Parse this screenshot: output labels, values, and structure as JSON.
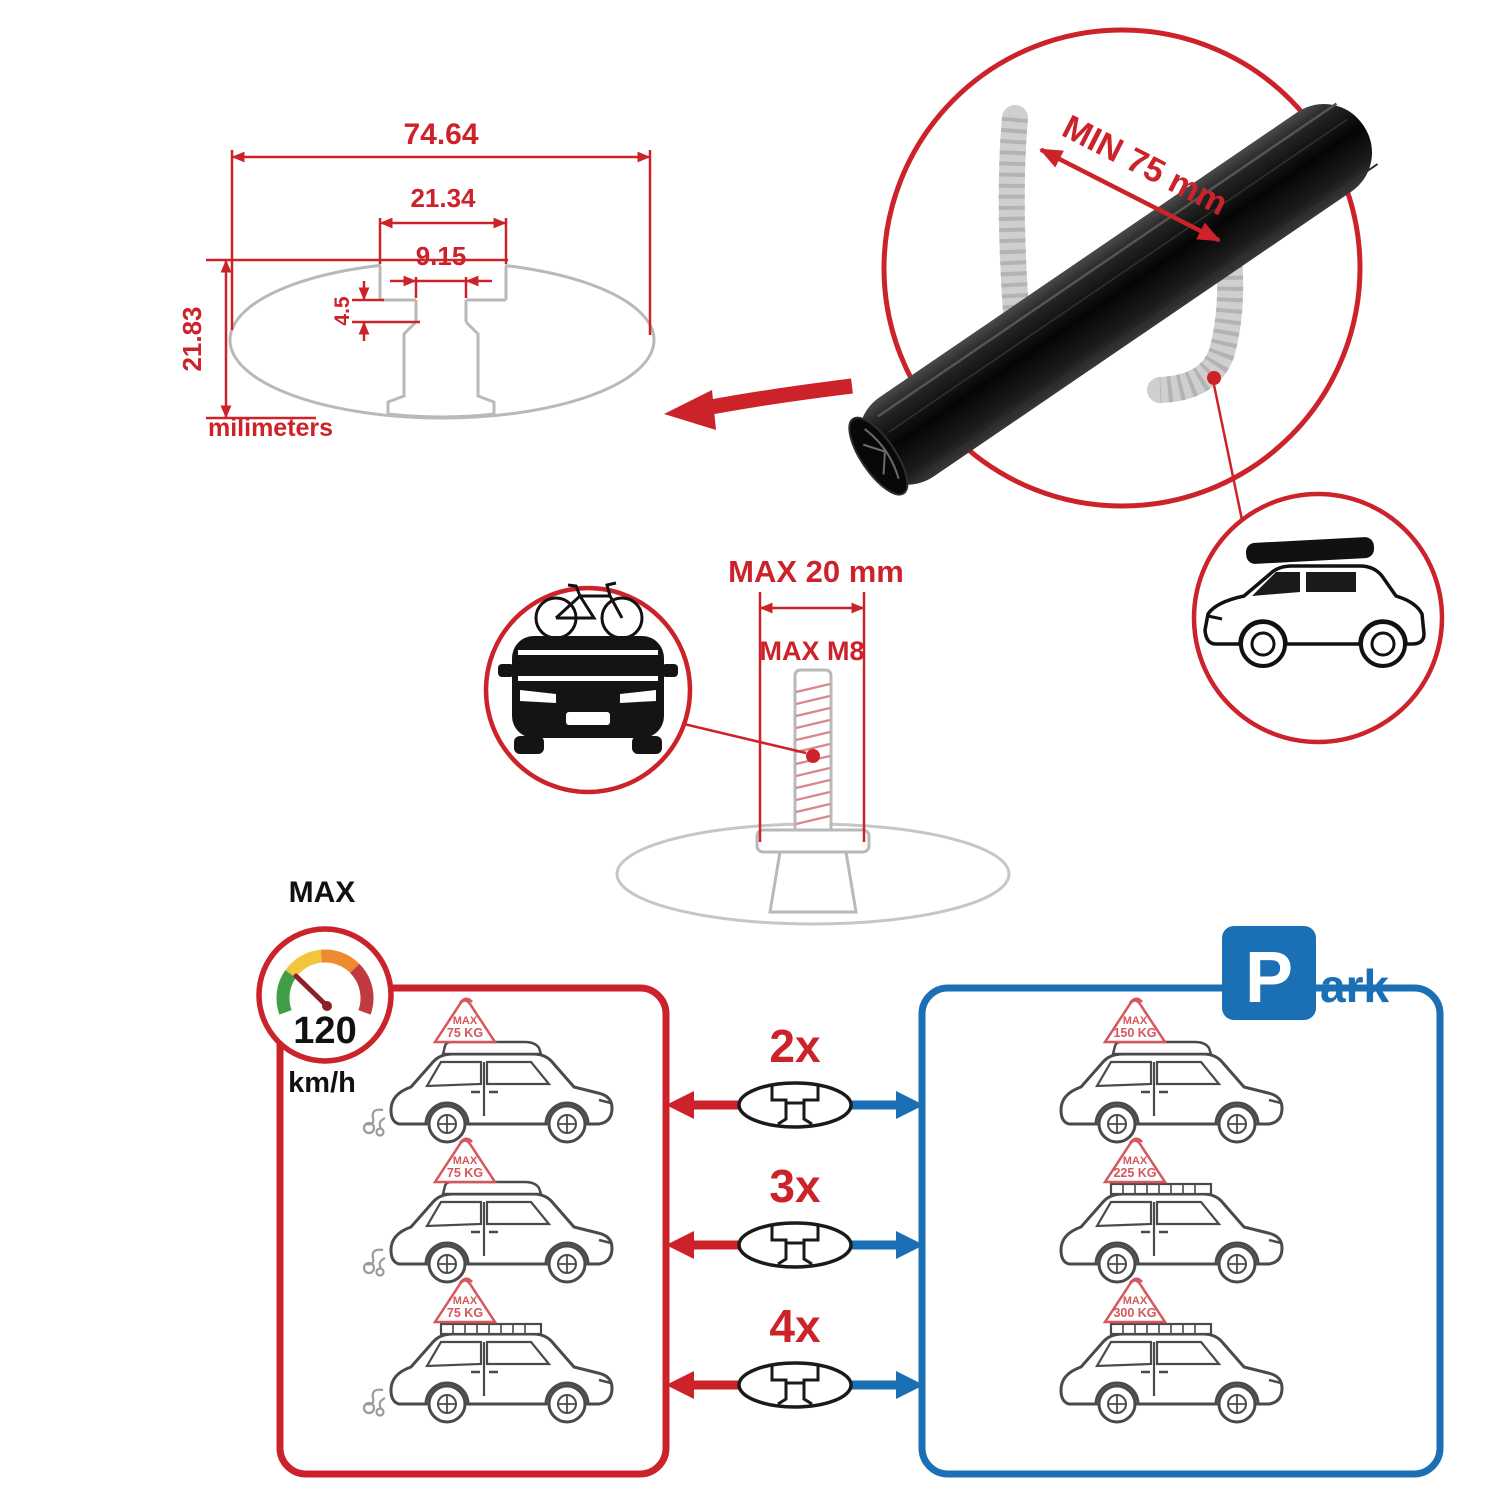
{
  "colors": {
    "red": "#cc2229",
    "blue": "#1a6fb5",
    "tent_red": "#d6565c",
    "drawing_grey": "#b9b9b9",
    "bar_black": "#0a0a0a"
  },
  "dimensions": {
    "total_width": "74.64",
    "slot_outer_width": "21.34",
    "slot_inner_width": "9.15",
    "slot_depth": "4.5",
    "total_height": "21.83",
    "units_label": "milimeters"
  },
  "crossbar_detail": {
    "min_span_label": "MIN 75 mm"
  },
  "bolt_detail": {
    "max_width_label": "MAX 20 mm",
    "max_thread_label": "MAX M8"
  },
  "speed_limit": {
    "title": "MAX",
    "value": "120",
    "units": "km/h"
  },
  "parking_sign": {
    "letter": "P",
    "rest": "ark"
  },
  "driving_loads": [
    {
      "line1": "MAX",
      "line2": "75 KG"
    },
    {
      "line1": "MAX",
      "line2": "75 KG"
    },
    {
      "line1": "MAX",
      "line2": "75 KG"
    }
  ],
  "parked_loads": [
    {
      "line1": "MAX",
      "line2": "150 KG"
    },
    {
      "line1": "MAX",
      "line2": "225 KG"
    },
    {
      "line1": "MAX",
      "line2": "300 KG"
    }
  ],
  "bar_counts": [
    "2x",
    "3x",
    "4x"
  ]
}
